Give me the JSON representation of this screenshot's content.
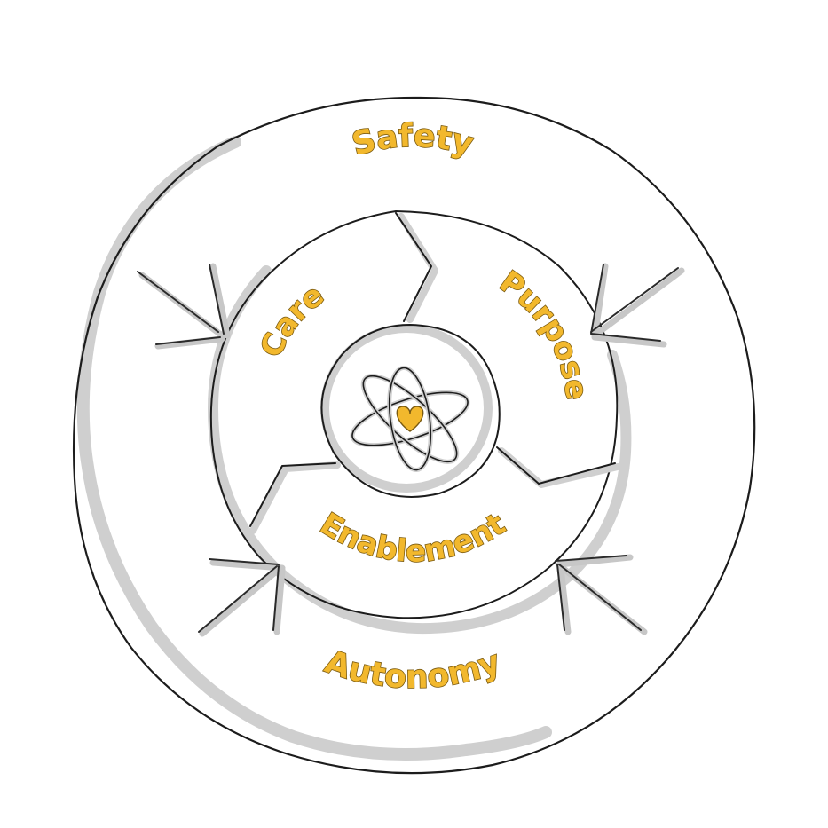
{
  "diagram": {
    "labels": {
      "outer_top": "Safety",
      "outer_bottom": "Autonomy",
      "segment_left": "Care",
      "segment_right": "Purpose",
      "segment_bottom": "Enablement"
    },
    "center_icon": "atom-heart-icon",
    "colors": {
      "label_fill": "#f2b82d",
      "label_stroke": "#7a5a10",
      "ink": "#1c1c1c",
      "shadow": "#cfcfcf",
      "background": "#ffffff"
    }
  }
}
